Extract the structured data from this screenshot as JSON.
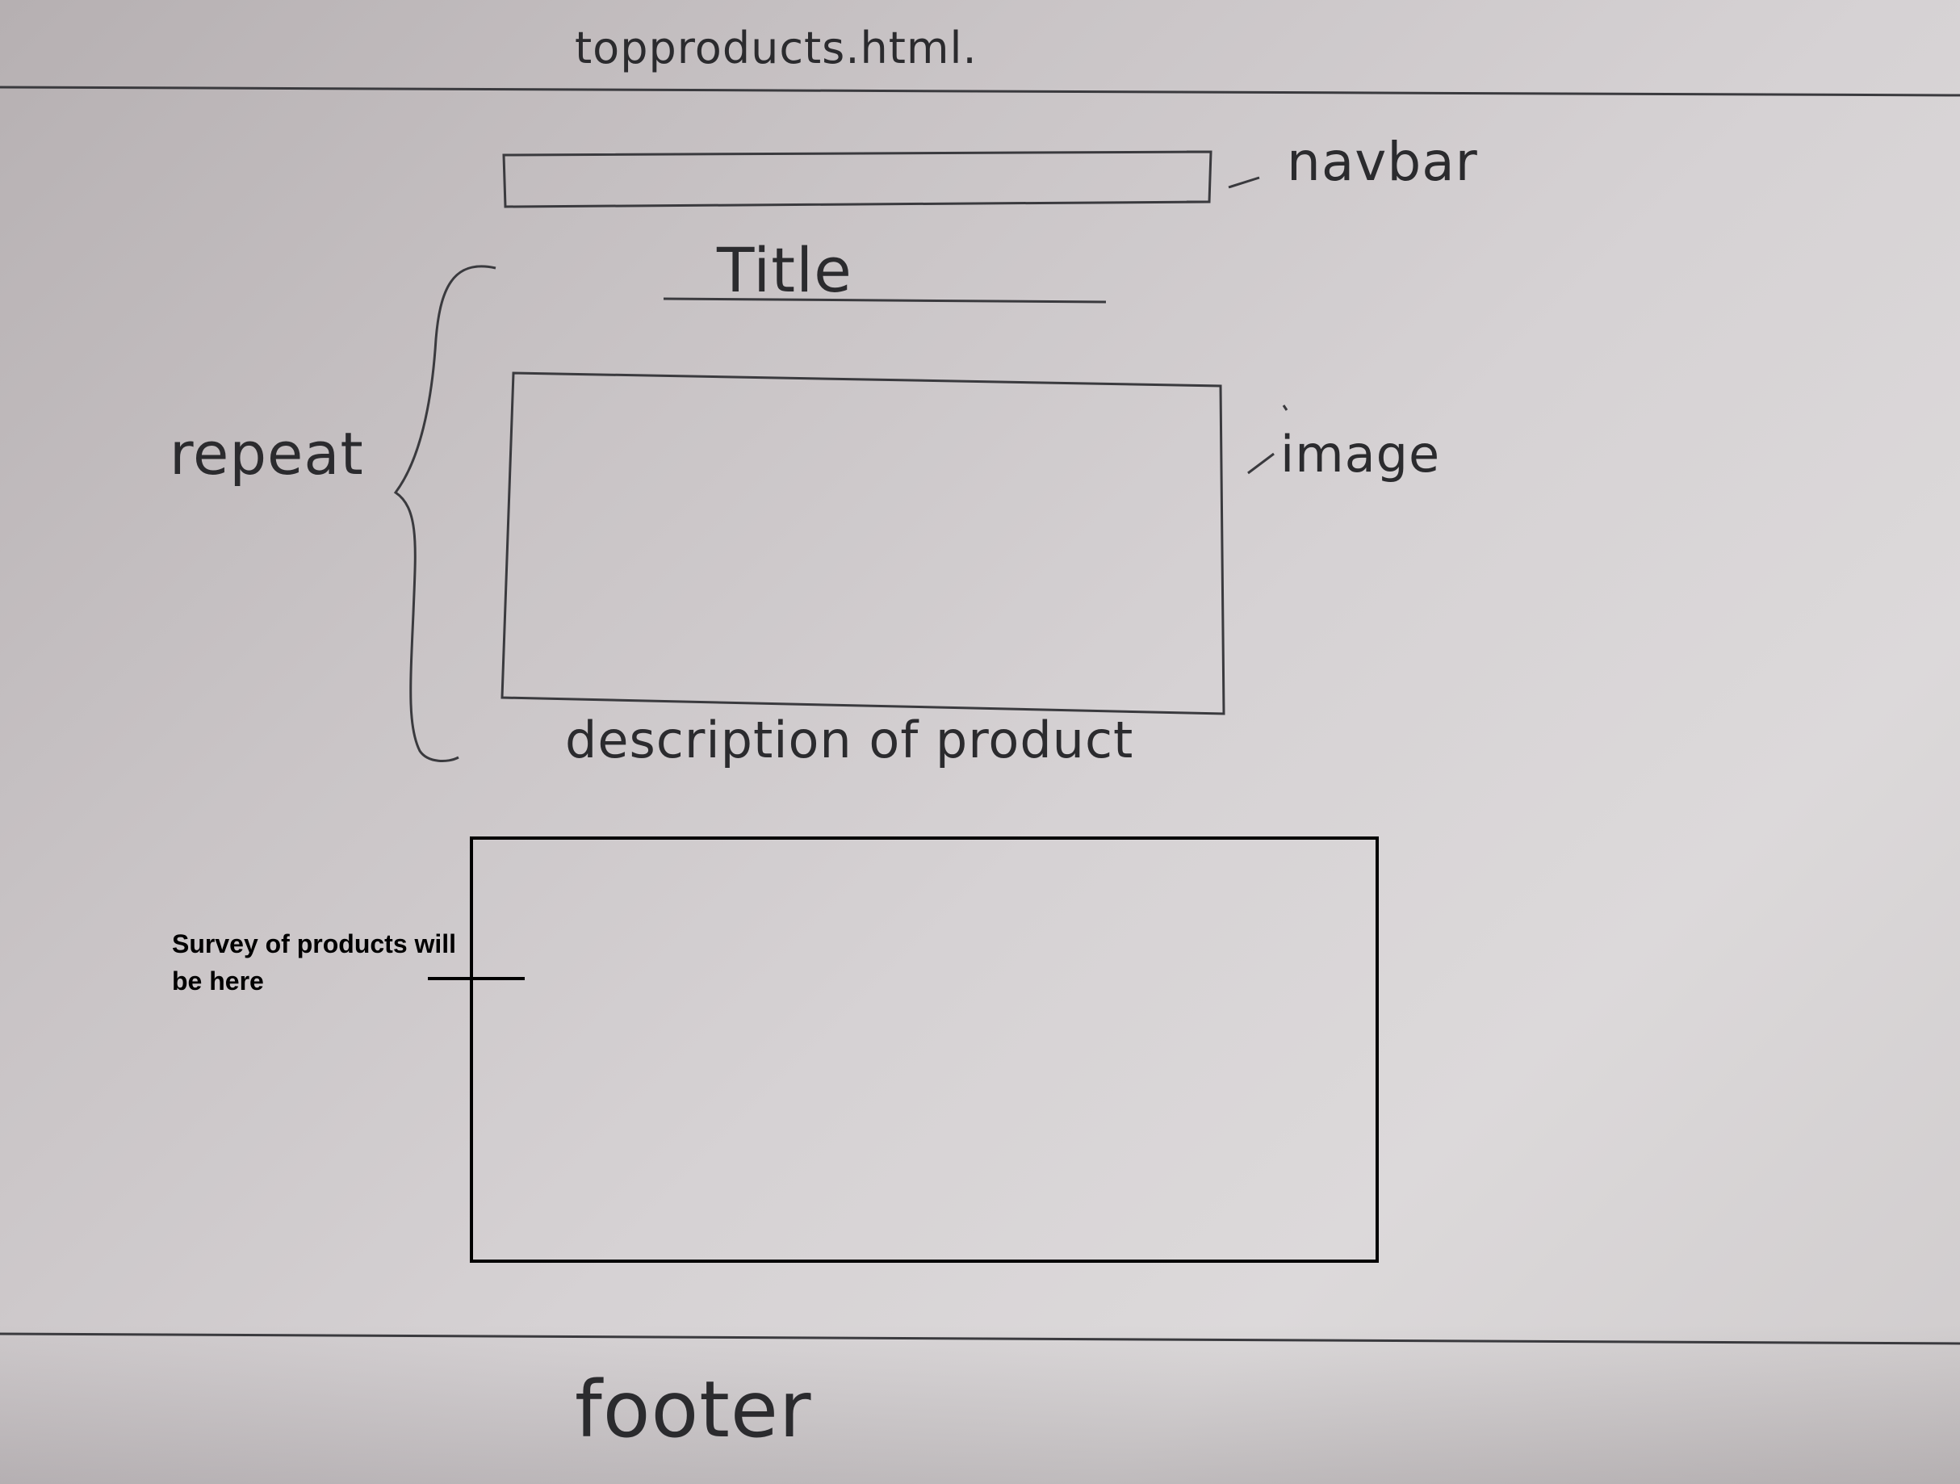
{
  "page": {
    "filename": "topproducts.html.",
    "navbar_label": "navbar",
    "title_label": "Title",
    "repeat_label": "repeat",
    "image_label": "image",
    "description_label": "description of product",
    "survey_line1": "Survey of products will",
    "survey_line2": "be here",
    "footer_label": "footer"
  },
  "colors": {
    "pencil": "#2b2b2e",
    "marker": "#000000"
  }
}
